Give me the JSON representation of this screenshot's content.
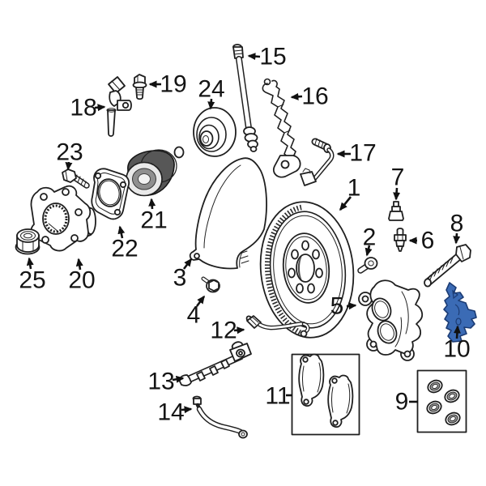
{
  "diagram": {
    "background_color": "#ffffff",
    "line_color": "#1f1f1f",
    "highlight_color": "#3b6bb5",
    "highlight_stroke_color": "#1c3c74",
    "highlighted_callout": "10",
    "callouts": [
      {
        "number": "1"
      },
      {
        "number": "2"
      },
      {
        "number": "3"
      },
      {
        "number": "4"
      },
      {
        "number": "5"
      },
      {
        "number": "6"
      },
      {
        "number": "7"
      },
      {
        "number": "8"
      },
      {
        "number": "9"
      },
      {
        "number": "10"
      },
      {
        "number": "11"
      },
      {
        "number": "12"
      },
      {
        "number": "13"
      },
      {
        "number": "14"
      },
      {
        "number": "15"
      },
      {
        "number": "16"
      },
      {
        "number": "17"
      },
      {
        "number": "18"
      },
      {
        "number": "19"
      },
      {
        "number": "20"
      },
      {
        "number": "21"
      },
      {
        "number": "22"
      },
      {
        "number": "23"
      },
      {
        "number": "24"
      },
      {
        "number": "25"
      }
    ]
  }
}
